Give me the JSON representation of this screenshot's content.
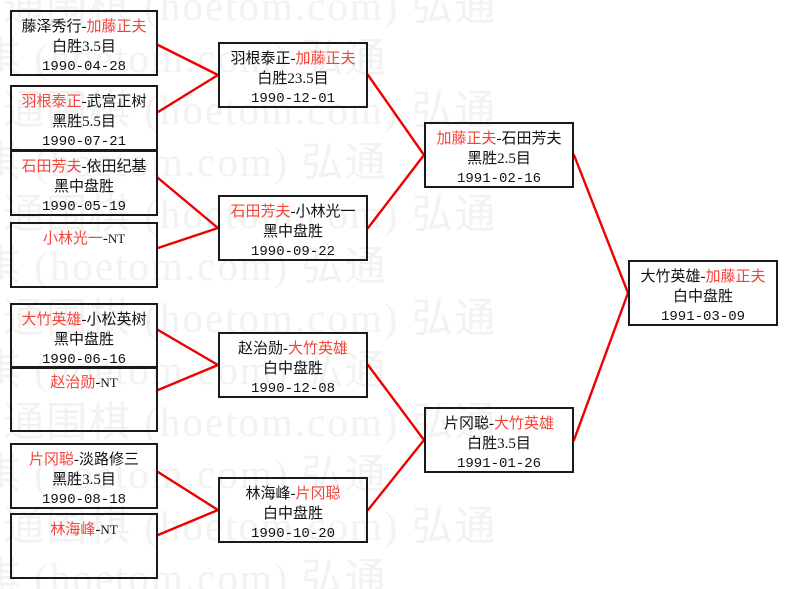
{
  "diagram": {
    "title": "Go tournament bracket 1990-1991",
    "watermark_text": "弘通围棋 (hoetom.com)",
    "colors": {
      "winner": "#f4443a",
      "loser": "#111111",
      "connector": "#ee0000",
      "box_border": "#1a1a1a",
      "watermark": "#f2f2f2",
      "background": "#ffffff"
    }
  },
  "rounds": [
    {
      "name": "round-1",
      "matches": [
        {
          "id": "r1m1",
          "left_player": "藤泽秀行",
          "left_winner": false,
          "separator": "-",
          "right_player": "加藤正夫",
          "right_winner": true,
          "result": "白胜3.5目",
          "date": "1990-04-28"
        },
        {
          "id": "r1m2",
          "left_player": "羽根泰正",
          "left_winner": true,
          "separator": "-",
          "right_player": "武宫正树",
          "right_winner": false,
          "result": "黑胜5.5目",
          "date": "1990-07-21"
        },
        {
          "id": "r1m3",
          "left_player": "石田芳夫",
          "left_winner": true,
          "separator": "-",
          "right_player": "依田纪基",
          "right_winner": false,
          "result": "黑中盘胜",
          "date": "1990-05-19"
        },
        {
          "id": "r1m4",
          "left_player": "小林光一",
          "left_winner": true,
          "separator": "-",
          "right_player": "NT",
          "right_winner": false,
          "result": "",
          "date": ""
        },
        {
          "id": "r1m5",
          "left_player": "大竹英雄",
          "left_winner": true,
          "separator": "-",
          "right_player": "小松英树",
          "right_winner": false,
          "result": "黑中盘胜",
          "date": "1990-06-16"
        },
        {
          "id": "r1m6",
          "left_player": "赵治勋",
          "left_winner": true,
          "separator": "-",
          "right_player": "NT",
          "right_winner": false,
          "result": "",
          "date": ""
        },
        {
          "id": "r1m7",
          "left_player": "片冈聪",
          "left_winner": true,
          "separator": "-",
          "right_player": "淡路修三",
          "right_winner": false,
          "result": "黑胜3.5目",
          "date": "1990-08-18"
        },
        {
          "id": "r1m8",
          "left_player": "林海峰",
          "left_winner": true,
          "separator": "-",
          "right_player": "NT",
          "right_winner": false,
          "result": "",
          "date": ""
        }
      ]
    },
    {
      "name": "round-2",
      "matches": [
        {
          "id": "r2m1",
          "left_player": "羽根泰正",
          "left_winner": false,
          "separator": "-",
          "right_player": "加藤正夫",
          "right_winner": true,
          "result": "白胜23.5目",
          "date": "1990-12-01"
        },
        {
          "id": "r2m2",
          "left_player": "石田芳夫",
          "left_winner": true,
          "separator": "-",
          "right_player": "小林光一",
          "right_winner": false,
          "result": "黑中盘胜",
          "date": "1990-09-22"
        },
        {
          "id": "r2m3",
          "left_player": "赵治勋",
          "left_winner": false,
          "separator": "-",
          "right_player": "大竹英雄",
          "right_winner": true,
          "result": "白中盘胜",
          "date": "1990-12-08"
        },
        {
          "id": "r2m4",
          "left_player": "林海峰",
          "left_winner": false,
          "separator": "-",
          "right_player": "片冈聪",
          "right_winner": true,
          "result": "白中盘胜",
          "date": "1990-10-20"
        }
      ]
    },
    {
      "name": "semifinal",
      "matches": [
        {
          "id": "sf1",
          "left_player": "加藤正夫",
          "left_winner": true,
          "separator": "-",
          "right_player": "石田芳夫",
          "right_winner": false,
          "result": "黑胜2.5目",
          "date": "1991-02-16"
        },
        {
          "id": "sf2",
          "left_player": "片冈聪",
          "left_winner": false,
          "separator": "-",
          "right_player": "大竹英雄",
          "right_winner": true,
          "result": "白胜3.5目",
          "date": "1991-01-26"
        }
      ]
    },
    {
      "name": "final",
      "matches": [
        {
          "id": "fin1",
          "left_player": "大竹英雄",
          "left_winner": false,
          "separator": "-",
          "right_player": "加藤正夫",
          "right_winner": true,
          "result": "白中盘胜",
          "date": "1991-03-09"
        }
      ]
    }
  ],
  "watermark_rows": [
    "弘通围棋 (hoetom.com) 弘通",
    "弘通围棋 (hoetom.com) 弘通",
    "弘通围棋 (hoetom.com) 弘通",
    "弘通围棋 (hoetom.com) 弘通",
    "弘通围棋 (hoetom.com) 弘通",
    "弘通围棋 (hoetom.com) 弘通",
    "弘通围棋 (hoetom.com) 弘通",
    "弘通围棋 (hoetom.com) 弘通",
    "弘通围棋 (hoetom.com) 弘通",
    "弘通围棋 (hoetom.com) 弘通",
    "弘通围棋 (hoetom.com) 弘通",
    "弘通围棋 (hoetom.com) 弘通"
  ]
}
